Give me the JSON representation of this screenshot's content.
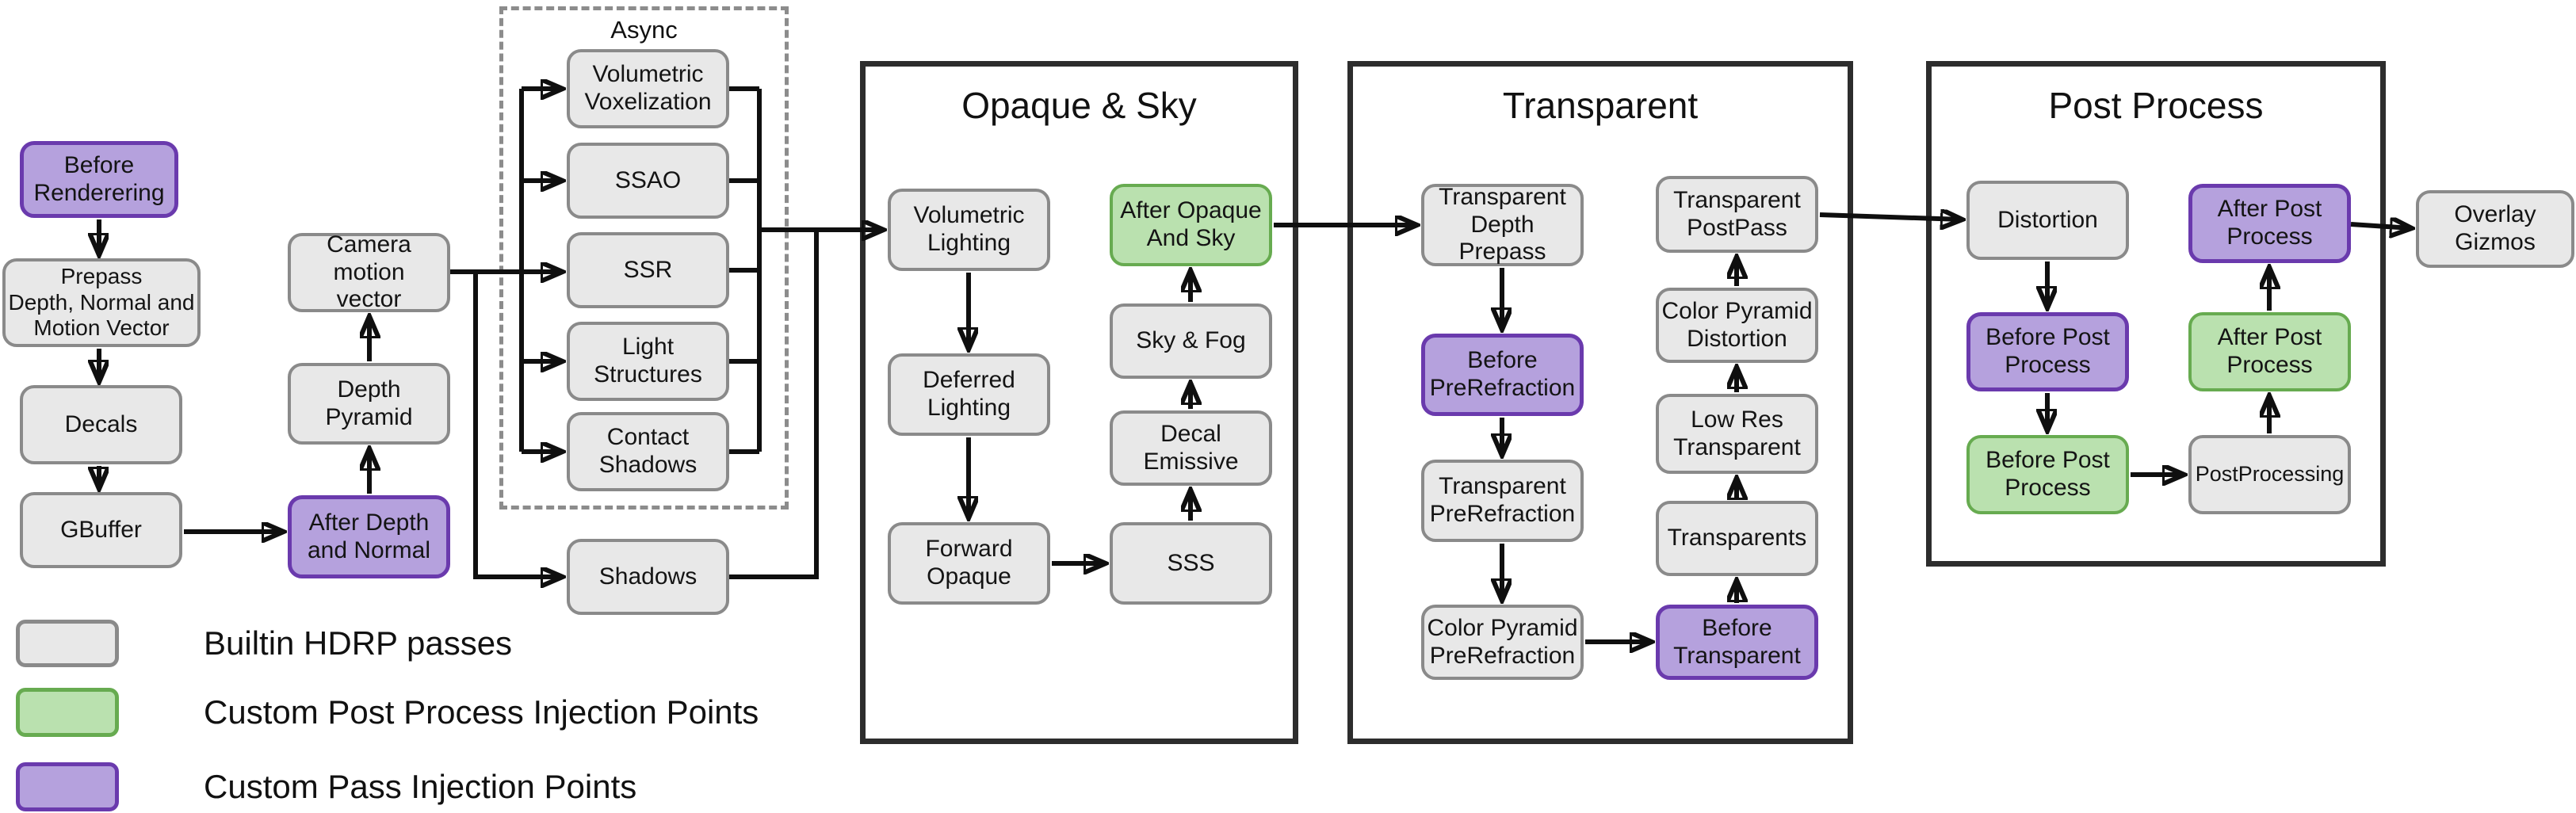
{
  "async_group": {
    "title": "Async"
  },
  "containers": {
    "opaque_sky": {
      "title": "Opaque & Sky"
    },
    "transparent": {
      "title": "Transparent"
    },
    "post_process": {
      "title": "Post Process"
    }
  },
  "nodes": {
    "before_rendering": {
      "label": "Before\nRenderering",
      "type": "purple"
    },
    "prepass": {
      "label": "Prepass\nDepth, Normal and\nMotion Vector",
      "type": "gray"
    },
    "decals": {
      "label": "Decals",
      "type": "gray"
    },
    "gbuffer": {
      "label": "GBuffer",
      "type": "gray"
    },
    "after_depth_normal": {
      "label": "After Depth\nand Normal",
      "type": "purple"
    },
    "depth_pyramid": {
      "label": "Depth Pyramid",
      "type": "gray"
    },
    "camera_motion_vector": {
      "label": "Camera motion\nvector",
      "type": "gray"
    },
    "volumetric_voxelization": {
      "label": "Volumetric\nVoxelization",
      "type": "gray"
    },
    "ssao": {
      "label": "SSAO",
      "type": "gray"
    },
    "ssr": {
      "label": "SSR",
      "type": "gray"
    },
    "light_structures": {
      "label": "Light\nStructures",
      "type": "gray"
    },
    "contact_shadows": {
      "label": "Contact\nShadows",
      "type": "gray"
    },
    "shadows": {
      "label": "Shadows",
      "type": "gray"
    },
    "volumetric_lighting": {
      "label": "Volumetric\nLighting",
      "type": "gray"
    },
    "deferred_lighting": {
      "label": "Deferred\nLighting",
      "type": "gray"
    },
    "forward_opaque": {
      "label": "Forward\nOpaque",
      "type": "gray"
    },
    "sss": {
      "label": "SSS",
      "type": "gray"
    },
    "decal_emissive": {
      "label": "Decal Emissive",
      "type": "gray"
    },
    "sky_fog": {
      "label": "Sky & Fog",
      "type": "gray"
    },
    "after_opaque_sky": {
      "label": "After Opaque\nAnd Sky",
      "type": "green"
    },
    "transparent_depth_prepass": {
      "label": "Transparent\nDepth Prepass",
      "type": "gray"
    },
    "before_prerefraction": {
      "label": "Before\nPreRefraction",
      "type": "purple"
    },
    "transparent_prerefraction": {
      "label": "Transparent\nPreRefraction",
      "type": "gray"
    },
    "color_pyramid_prerefraction": {
      "label": "Color Pyramid\nPreRefraction",
      "type": "gray"
    },
    "before_transparent": {
      "label": "Before\nTransparent",
      "type": "purple"
    },
    "transparents": {
      "label": "Transparents",
      "type": "gray"
    },
    "low_res_transparent": {
      "label": "Low Res\nTransparent",
      "type": "gray"
    },
    "color_pyramid_distortion": {
      "label": "Color Pyramid\nDistortion",
      "type": "gray"
    },
    "transparent_postpass": {
      "label": "Transparent\nPostPass",
      "type": "gray"
    },
    "distortion": {
      "label": "Distortion",
      "type": "gray"
    },
    "before_post_process_purple": {
      "label": "Before Post\nProcess",
      "type": "purple"
    },
    "before_post_process_green": {
      "label": "Before Post\nProcess",
      "type": "green"
    },
    "postprocessing": {
      "label": "PostProcessing",
      "type": "gray"
    },
    "after_post_process_green": {
      "label": "After Post\nProcess",
      "type": "green"
    },
    "after_post_process_purple": {
      "label": "After Post\nProcess",
      "type": "purple"
    },
    "overlay_gizmos": {
      "label": "Overlay\nGizmos",
      "type": "gray"
    }
  },
  "legend": {
    "items": [
      {
        "type": "gray",
        "label": "Builtin HDRP passes"
      },
      {
        "type": "green",
        "label": "Custom Post Process Injection Points"
      },
      {
        "type": "purple",
        "label": "Custom Pass Injection Points"
      }
    ]
  },
  "colors": {
    "builtin_pass_fill": "#e8e8e8",
    "builtin_pass_border": "#8a8a8a",
    "custom_post_process_fill": "#bae1af",
    "custom_post_process_border": "#67ab50",
    "custom_pass_fill": "#b5a1dd",
    "custom_pass_border": "#6a3aad",
    "group_border": "#2d2d2d",
    "async_border": "#8c8c8c",
    "arrow": "#0f0f0f"
  }
}
